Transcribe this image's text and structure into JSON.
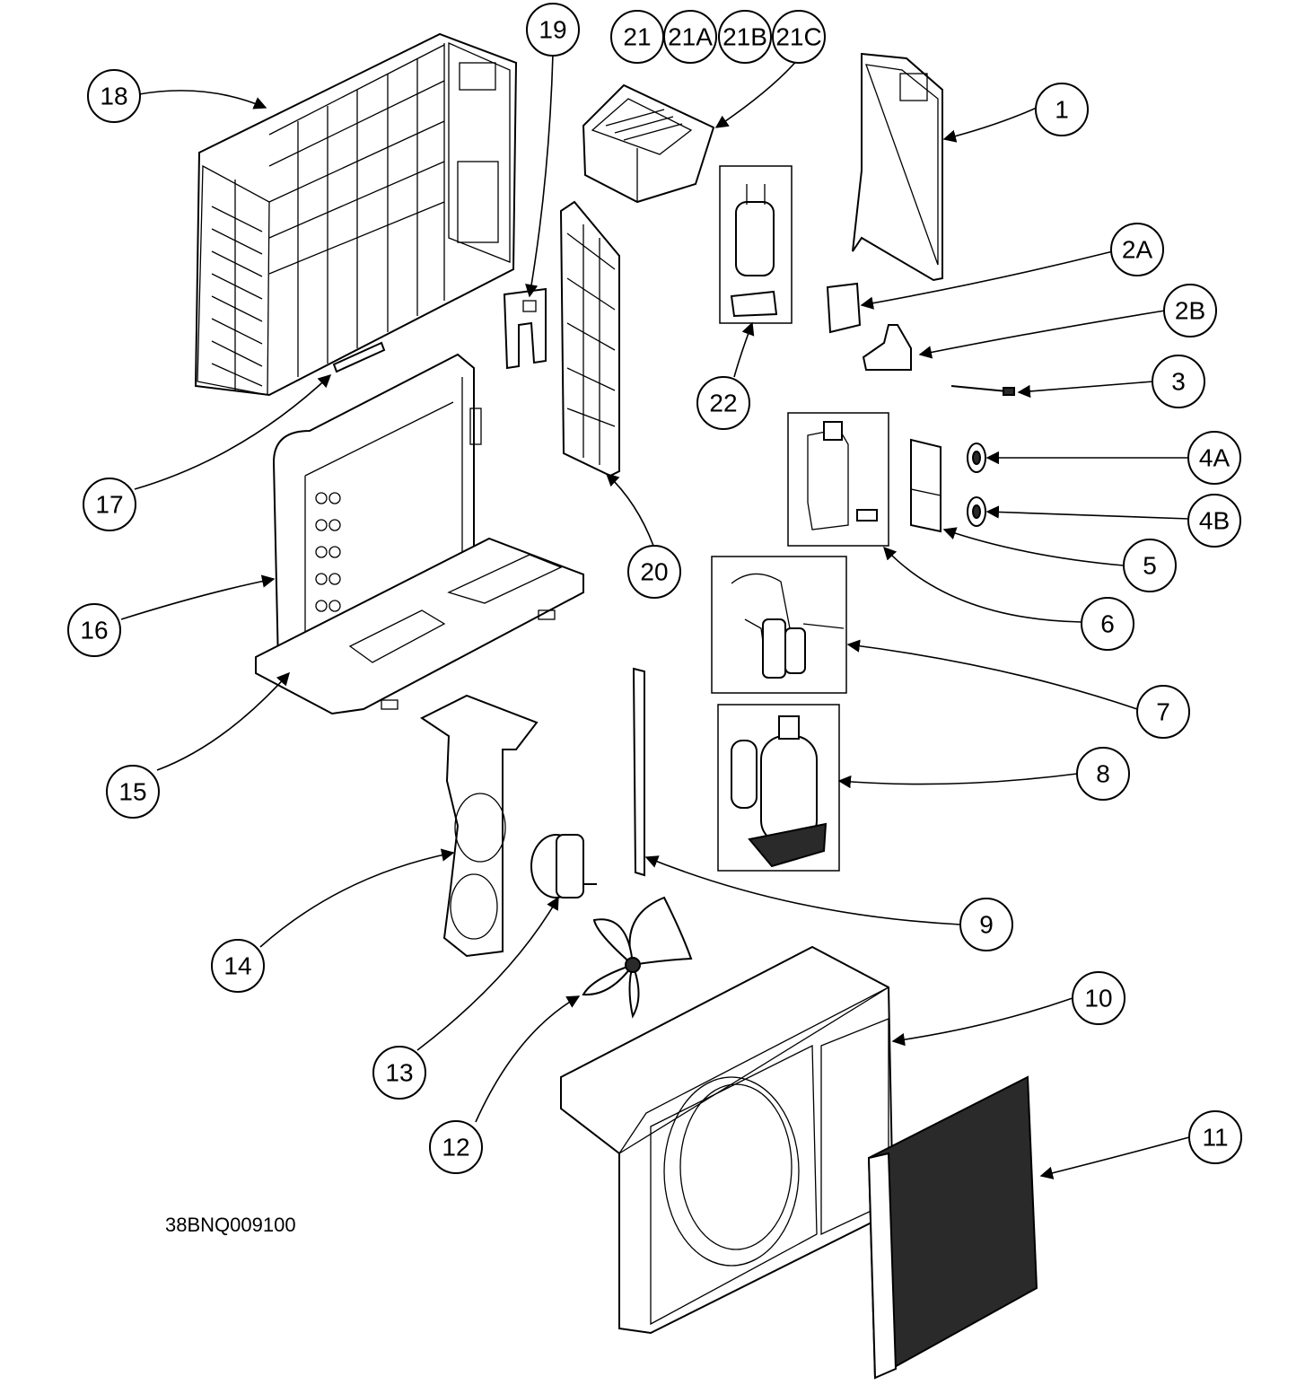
{
  "model_code": "38BNQ009100",
  "callouts": [
    {
      "id": "1",
      "label": "1"
    },
    {
      "id": "2A",
      "label": "2A"
    },
    {
      "id": "2B",
      "label": "2B"
    },
    {
      "id": "3",
      "label": "3"
    },
    {
      "id": "4A",
      "label": "4A"
    },
    {
      "id": "4B",
      "label": "4B"
    },
    {
      "id": "5",
      "label": "5"
    },
    {
      "id": "6",
      "label": "6"
    },
    {
      "id": "7",
      "label": "7"
    },
    {
      "id": "8",
      "label": "8"
    },
    {
      "id": "9",
      "label": "9"
    },
    {
      "id": "10",
      "label": "10"
    },
    {
      "id": "11",
      "label": "11"
    },
    {
      "id": "12",
      "label": "12"
    },
    {
      "id": "13",
      "label": "13"
    },
    {
      "id": "14",
      "label": "14"
    },
    {
      "id": "15",
      "label": "15"
    },
    {
      "id": "16",
      "label": "16"
    },
    {
      "id": "17",
      "label": "17"
    },
    {
      "id": "18",
      "label": "18"
    },
    {
      "id": "19",
      "label": "19"
    },
    {
      "id": "20",
      "label": "20"
    },
    {
      "id": "21",
      "label": "21"
    },
    {
      "id": "21A",
      "label": "21A"
    },
    {
      "id": "21B",
      "label": "21B"
    },
    {
      "id": "21C",
      "label": "21C"
    },
    {
      "id": "22",
      "label": "22"
    }
  ]
}
